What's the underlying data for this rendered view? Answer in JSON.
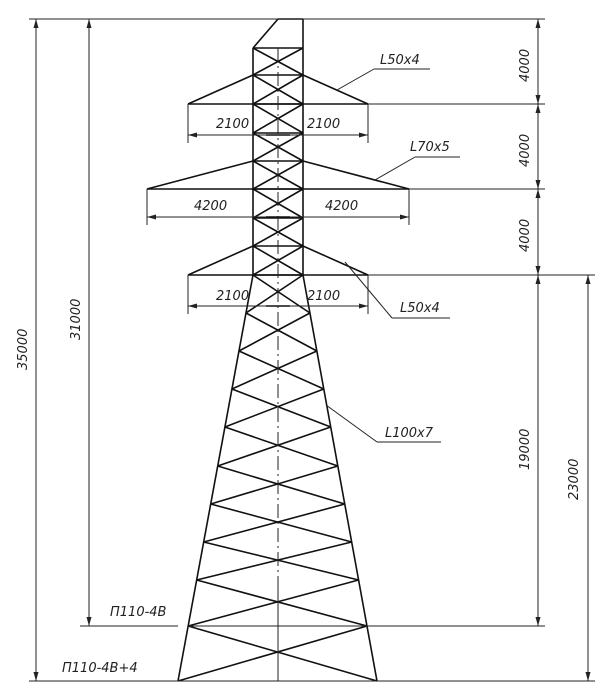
{
  "title": "Transmission tower П110-4В elevation",
  "dimensions": {
    "total_height": "35000",
    "height_31000": "31000",
    "arm_spacing_top": "4000",
    "arm_spacing_mid": "4000",
    "arm_spacing_low": "4000",
    "lower_arm_height": "19000",
    "lower_arm_height_ext": "23000",
    "arm1_left": "2100",
    "arm1_right": "2100",
    "arm2_left": "4200",
    "arm2_right": "4200",
    "arm3_left": "2100",
    "arm3_right": "2100"
  },
  "members": {
    "top_arm": "L50x4",
    "middle_arm": "L70x5",
    "lower_arm": "L50x4",
    "leg": "L100x7"
  },
  "levels": {
    "base": "П110-4В",
    "extended": "П110-4В+4"
  }
}
